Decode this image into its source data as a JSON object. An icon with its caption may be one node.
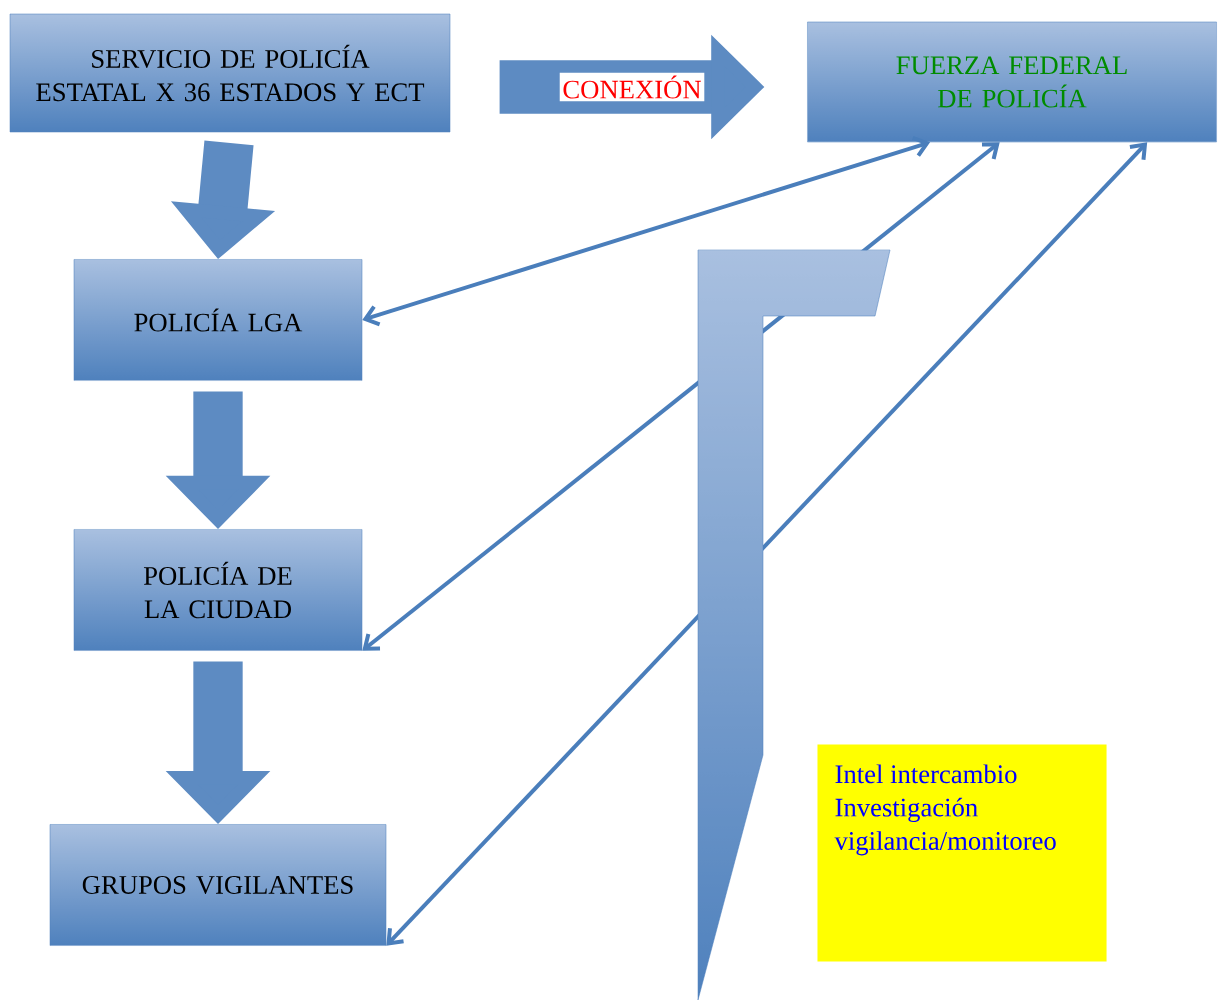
{
  "diagram": {
    "nodes": [
      {
        "text": [
          "SERVICIO DE POLICÍA ESTATAL X 36 ESTADOS Y ECT"
        ]
      },
      {
        "text": [
          "FUERZA FEDERAL DE POLICÍA"
        ]
      },
      {
        "text": [
          "POLICÍA LGA"
        ]
      },
      {
        "text": [
          "POLICÍA DE LA CIUDAD"
        ]
      },
      {
        "text": [
          "GRUPOS VIGILANTES"
        ]
      },
      {
        "text": [
          "Intel intercambio Investigación vigilancia/monitoreo"
        ]
      }
    ],
    "edges": [
      {
        "from": 0,
        "to": 1,
        "arrow": "to",
        "label": "CONEXIÓN"
      },
      {
        "from": 0,
        "to": 2,
        "arrow": "to"
      },
      {
        "from": 2,
        "to": 3,
        "arrow": "to"
      },
      {
        "from": 3,
        "to": 4,
        "arrow": "to"
      },
      {
        "from": 2,
        "to": 1,
        "arrow": "both"
      },
      {
        "from": 3,
        "to": 1,
        "arrow": "both"
      },
      {
        "from": 4,
        "to": 1,
        "arrow": "both"
      }
    ]
  }
}
